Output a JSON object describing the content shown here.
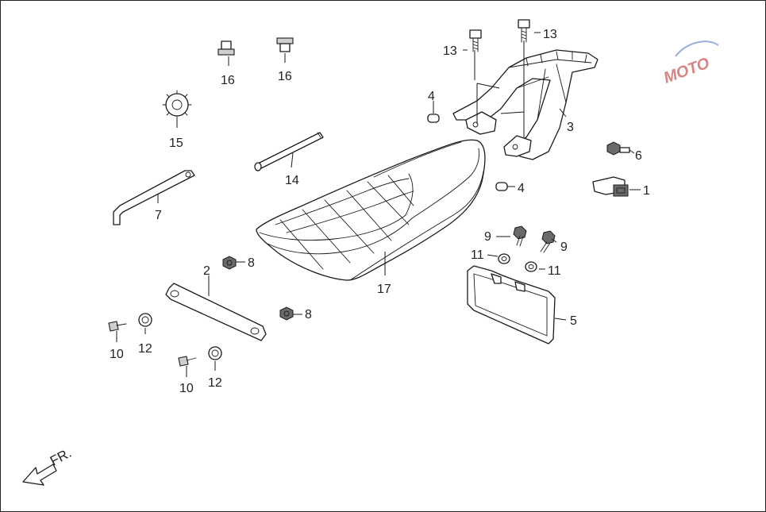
{
  "diagram": {
    "callouts": [
      {
        "id": "c1",
        "label": "1"
      },
      {
        "id": "c2",
        "label": "2"
      },
      {
        "id": "c3",
        "label": "3"
      },
      {
        "id": "c4a",
        "label": "4"
      },
      {
        "id": "c4b",
        "label": "4"
      },
      {
        "id": "c5",
        "label": "5"
      },
      {
        "id": "c6",
        "label": "6"
      },
      {
        "id": "c7",
        "label": "7"
      },
      {
        "id": "c8a",
        "label": "8"
      },
      {
        "id": "c8b",
        "label": "8"
      },
      {
        "id": "c9a",
        "label": "9"
      },
      {
        "id": "c9b",
        "label": "9"
      },
      {
        "id": "c10a",
        "label": "10"
      },
      {
        "id": "c10b",
        "label": "10"
      },
      {
        "id": "c11a",
        "label": "11"
      },
      {
        "id": "c11b",
        "label": "11"
      },
      {
        "id": "c12a",
        "label": "12"
      },
      {
        "id": "c12b",
        "label": "12"
      },
      {
        "id": "c13a",
        "label": "13"
      },
      {
        "id": "c13b",
        "label": "13"
      },
      {
        "id": "c14",
        "label": "14"
      },
      {
        "id": "c15",
        "label": "15"
      },
      {
        "id": "c16a",
        "label": "16"
      },
      {
        "id": "c16b",
        "label": "16"
      },
      {
        "id": "c17",
        "label": "17"
      }
    ],
    "front_indicator": "FR.",
    "watermark": "MOTO"
  }
}
